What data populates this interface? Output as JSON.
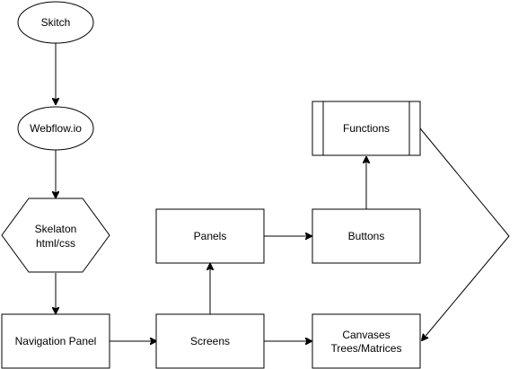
{
  "diagram": {
    "nodes": {
      "sketch": {
        "label": "Skitch"
      },
      "webflow": {
        "label": "Webflow.io"
      },
      "skeleton": {
        "label_line1": "Skelaton",
        "label_line2": "html/css"
      },
      "navigation_panel": {
        "label": "Navigation Panel"
      },
      "screens": {
        "label": "Screens"
      },
      "panels": {
        "label": "Panels"
      },
      "buttons": {
        "label": "Buttons"
      },
      "functions": {
        "label": "Functions"
      },
      "canvases": {
        "label_line1": "Canvases",
        "label_line2": "Trees/Matrices"
      }
    },
    "edges": [
      {
        "from": "sketch",
        "to": "webflow"
      },
      {
        "from": "webflow",
        "to": "skeleton"
      },
      {
        "from": "skeleton",
        "to": "navigation_panel"
      },
      {
        "from": "navigation_panel",
        "to": "screens"
      },
      {
        "from": "screens",
        "to": "panels"
      },
      {
        "from": "screens",
        "to": "canvases"
      },
      {
        "from": "panels",
        "to": "buttons"
      },
      {
        "from": "buttons",
        "to": "functions"
      },
      {
        "from": "functions",
        "to": "canvases"
      }
    ]
  }
}
